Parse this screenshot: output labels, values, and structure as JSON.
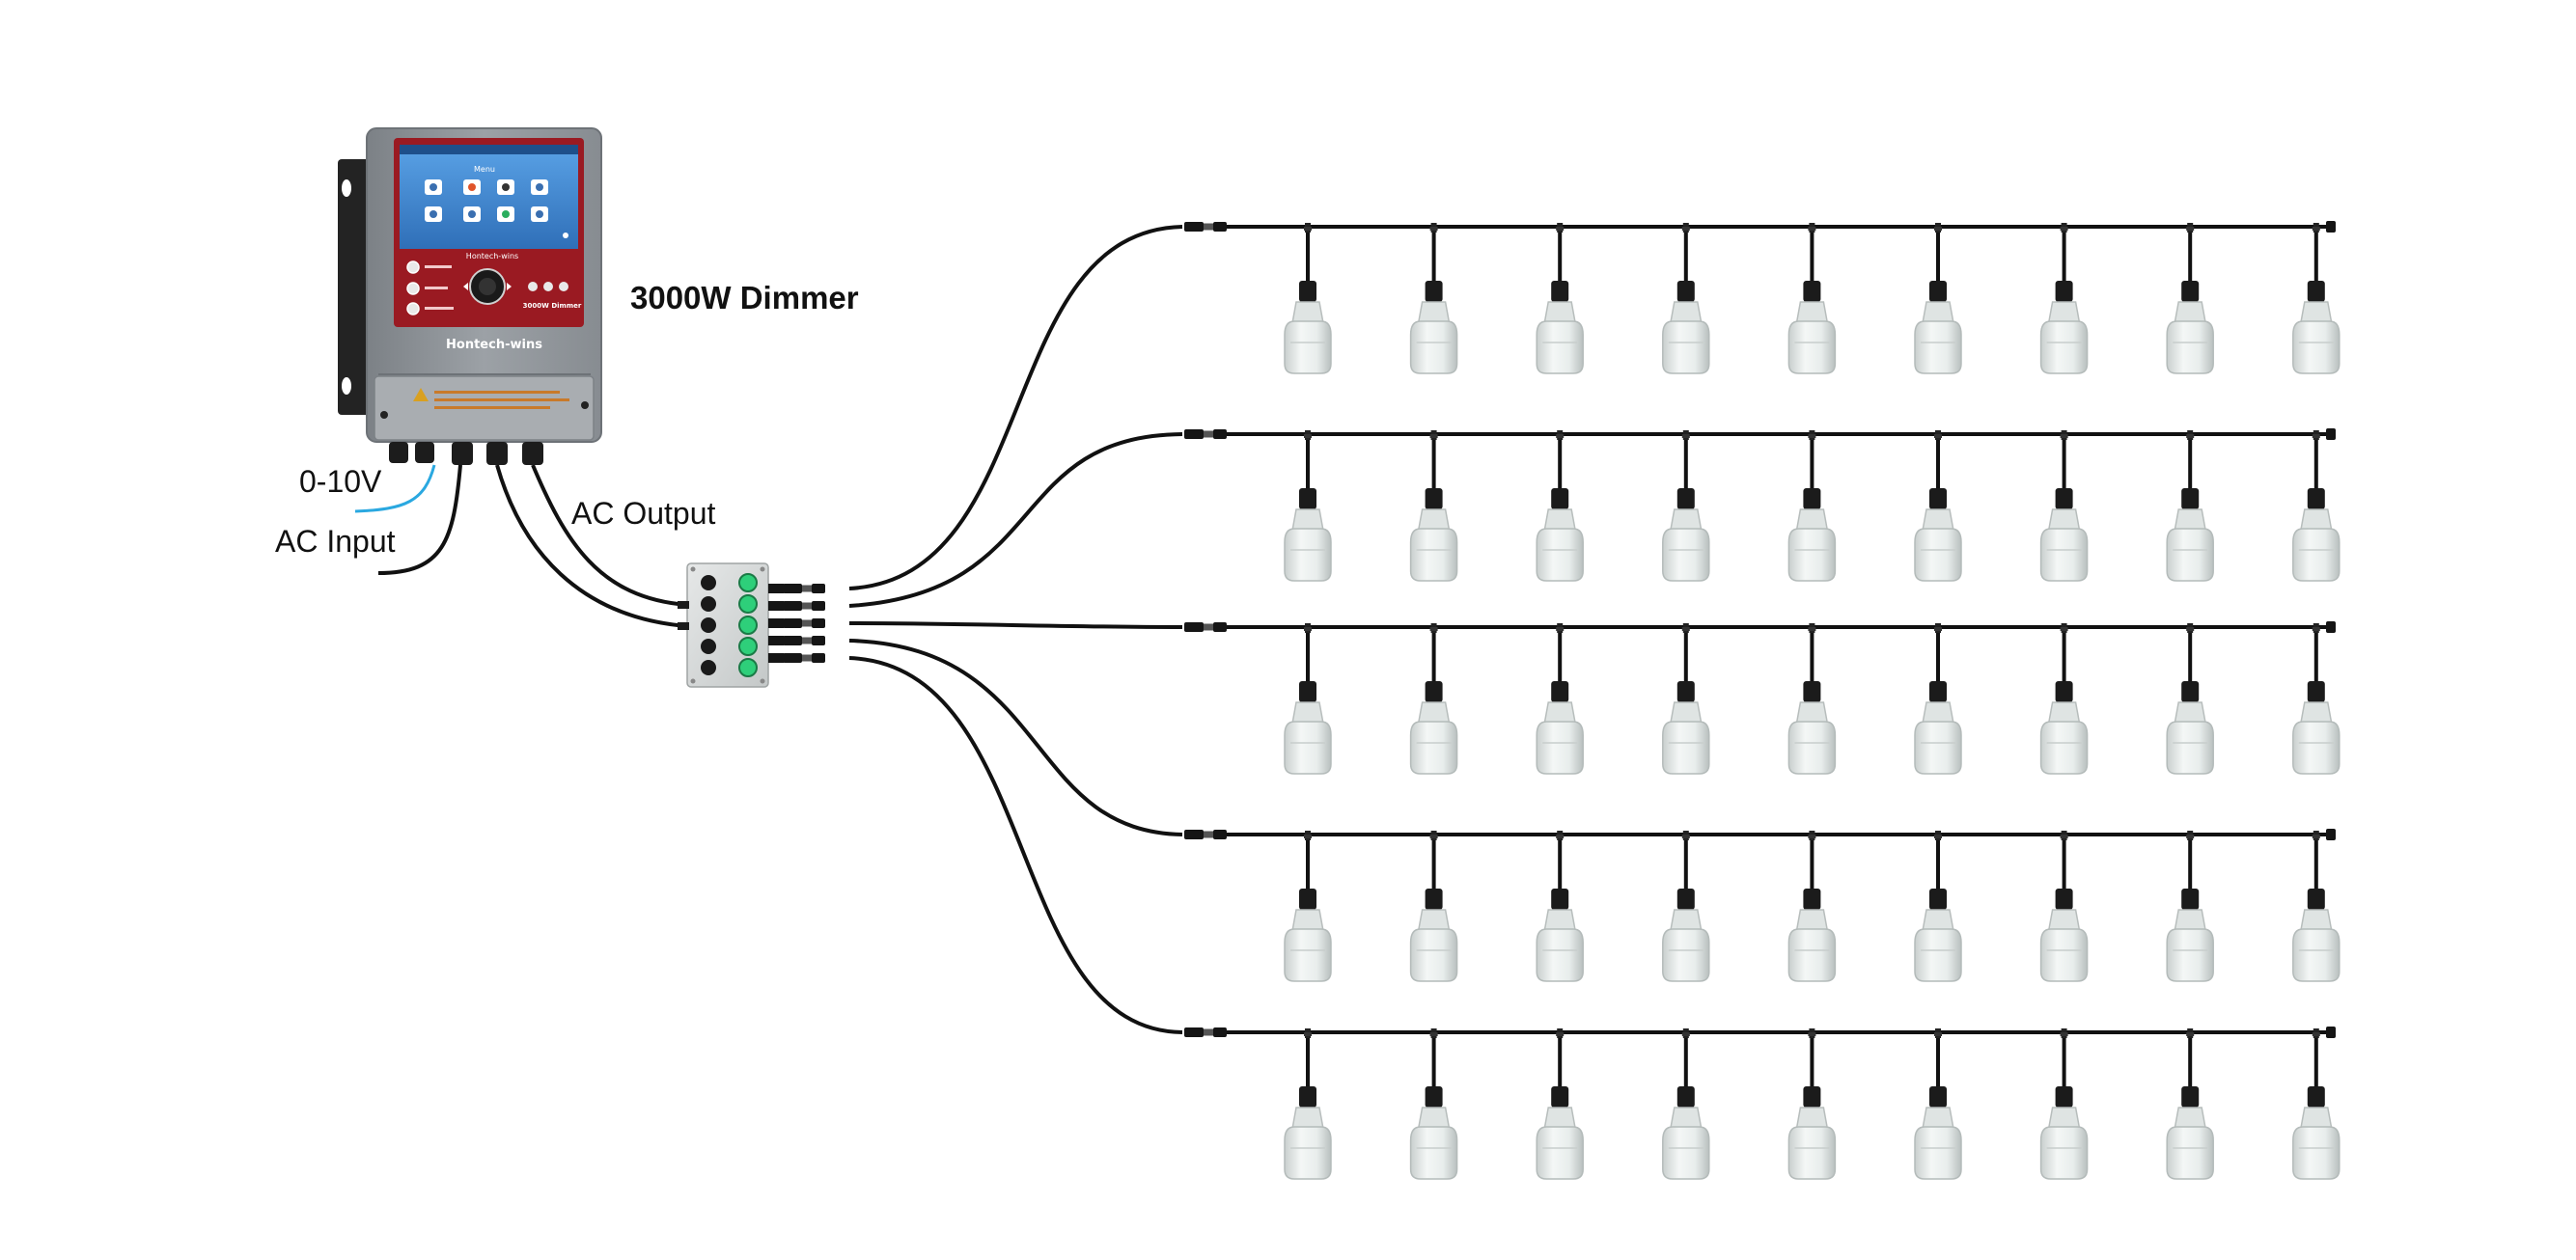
{
  "labels": {
    "dimmer_title": "3000W Dimmer",
    "input_0_10v": "0-10V",
    "ac_input": "AC Input",
    "ac_output": "AC Output"
  },
  "controller": {
    "brand": "Hontech-wins",
    "model_text": "3000W Dimmer",
    "screen_heading": "Menu"
  },
  "colors": {
    "control_cable": "#2aa8e0",
    "power_cable": "#111111",
    "screen_red": "#9a1a22",
    "screen_blue": "#3f8ad6",
    "housing_gray": "#8e9398",
    "switch_green": "#2ecf7a",
    "bulb": "#e9eeed"
  },
  "icons": [
    "mounting-bracket-icon",
    "touch-screen-icon",
    "rotary-knob-icon",
    "cable-gland-icon",
    "rotary-switch-icon",
    "indicator-light-icon",
    "pendant-bulb-icon"
  ],
  "light_strings": {
    "string_count": 5,
    "bulbs_per_string": 9
  }
}
